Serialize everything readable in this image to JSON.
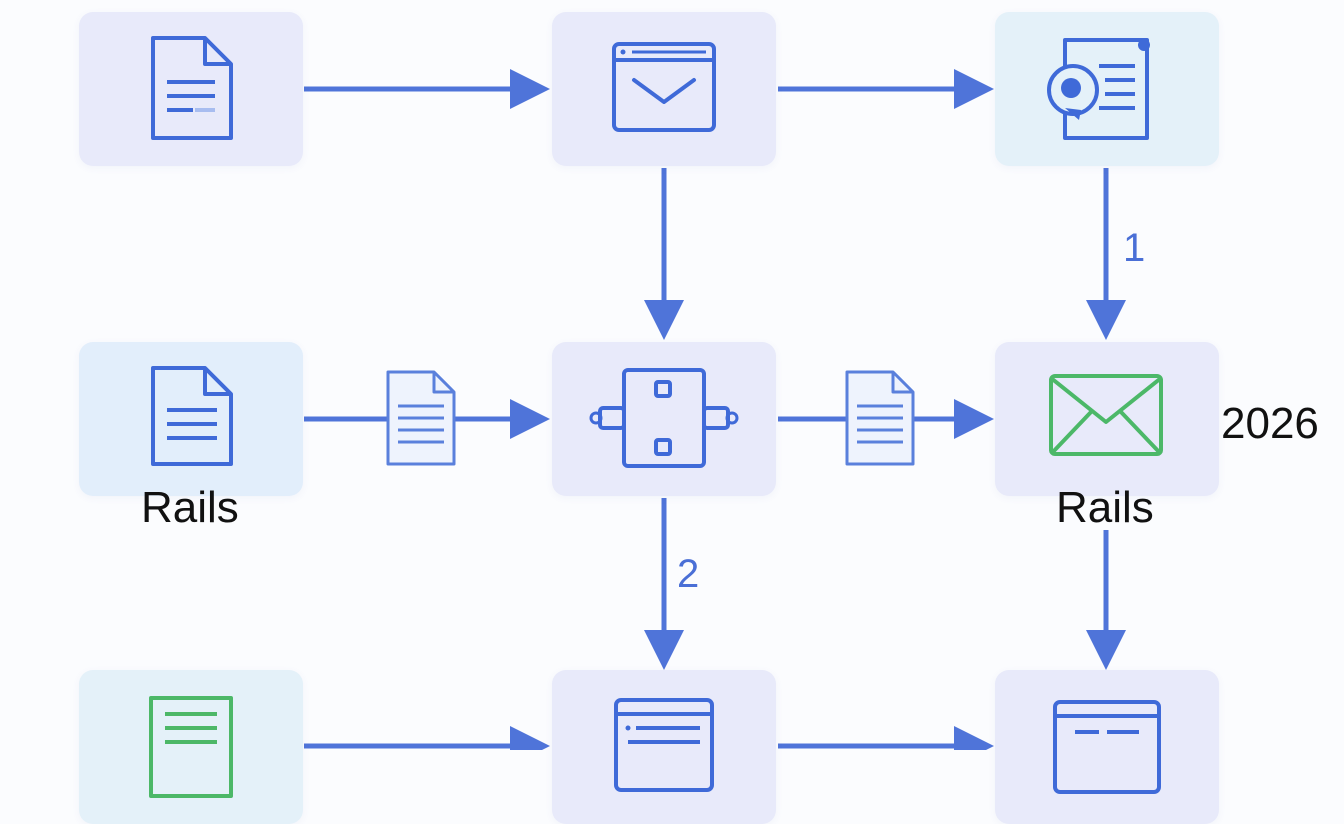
{
  "colors": {
    "line": "#4f74d9",
    "icon_blue": "#3f6ad8",
    "icon_green": "#4cb868",
    "node_lavender": "#e8eafa",
    "node_blue": "#e2eefb",
    "node_cyan": "#e4f1f9"
  },
  "nodes": [
    {
      "id": "n1",
      "icon": "document-icon"
    },
    {
      "id": "n2",
      "icon": "mail-window-icon"
    },
    {
      "id": "n3",
      "icon": "chat-document-icon"
    },
    {
      "id": "n4",
      "icon": "document-icon",
      "label": "Rails"
    },
    {
      "id": "n5",
      "icon": "component-box-icon"
    },
    {
      "id": "n6",
      "icon": "envelope-icon",
      "label": "Rails"
    },
    {
      "id": "n7",
      "icon": "green-document-icon"
    },
    {
      "id": "n8",
      "icon": "list-window-icon"
    },
    {
      "id": "n9",
      "icon": "browser-window-icon"
    }
  ],
  "edges": [
    {
      "from": "n1",
      "to": "n2"
    },
    {
      "from": "n2",
      "to": "n3"
    },
    {
      "from": "n2",
      "to": "n5"
    },
    {
      "from": "n3",
      "to": "n6",
      "label": "1"
    },
    {
      "from": "n4",
      "to": "n5",
      "icon": "document-icon"
    },
    {
      "from": "n5",
      "to": "n6",
      "icon": "document-icon"
    },
    {
      "from": "n5",
      "to": "n8",
      "label": "2"
    },
    {
      "from": "n6",
      "to": "n9"
    },
    {
      "from": "n7",
      "to": "n8"
    },
    {
      "from": "n8",
      "to": "n9"
    }
  ],
  "annotations": {
    "year": "2026"
  }
}
